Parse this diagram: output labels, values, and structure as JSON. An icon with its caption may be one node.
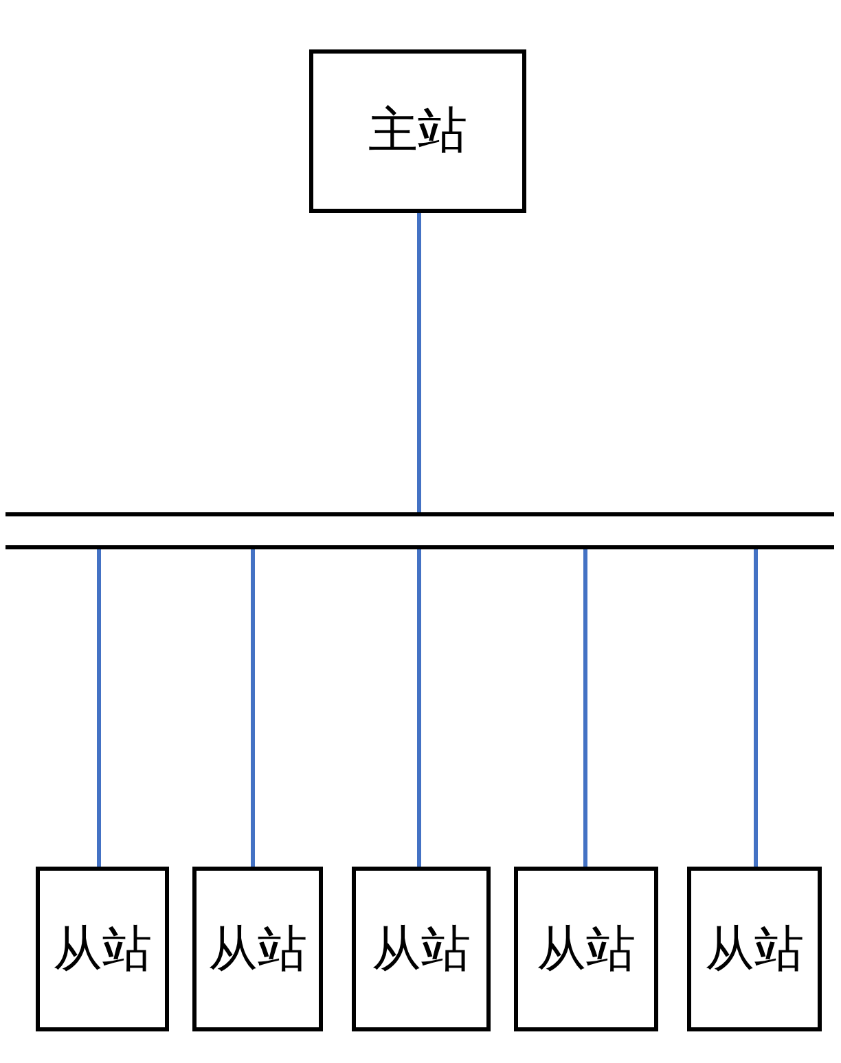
{
  "diagram": {
    "nodes": [
      {
        "text": [
          "主站"
        ]
      },
      {
        "text": [],
        "shape": "bar"
      },
      {
        "text": [
          "从站"
        ]
      },
      {
        "text": [
          "从站"
        ]
      },
      {
        "text": [
          "从站"
        ]
      },
      {
        "text": [
          "从站"
        ]
      },
      {
        "text": [
          "从站"
        ]
      }
    ],
    "edges": [
      {
        "from": 0,
        "to": 1,
        "arrow": "none"
      },
      {
        "from": 1,
        "to": 2,
        "arrow": "none"
      },
      {
        "from": 1,
        "to": 3,
        "arrow": "none"
      },
      {
        "from": 1,
        "to": 4,
        "arrow": "none"
      },
      {
        "from": 1,
        "to": 5,
        "arrow": "none"
      },
      {
        "from": 1,
        "to": 6,
        "arrow": "none"
      }
    ]
  }
}
